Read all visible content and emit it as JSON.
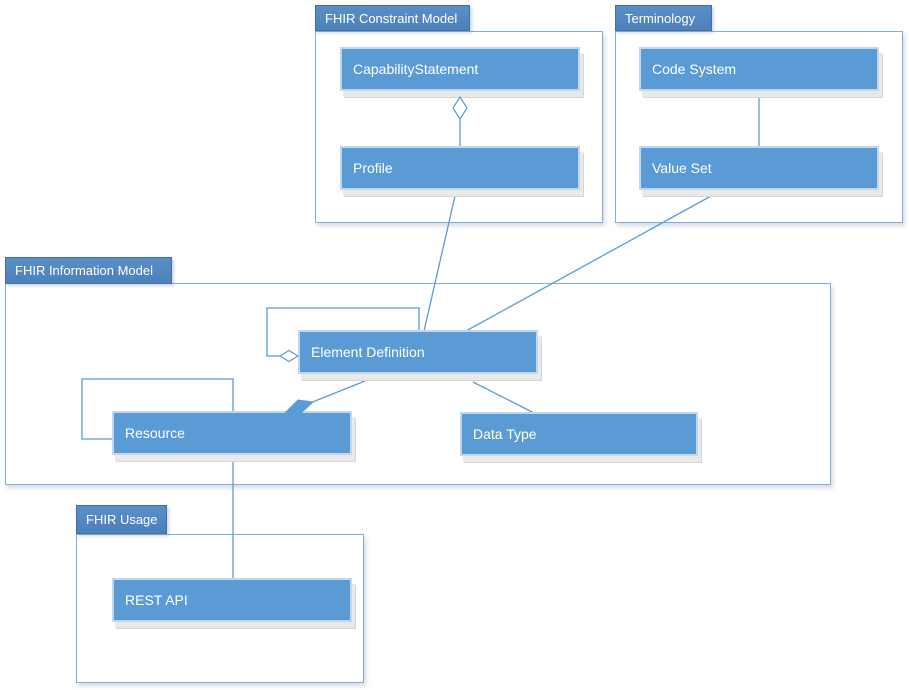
{
  "colors": {
    "class_fill": "#5b9bd5",
    "class_border": "#c3d7ec",
    "tab_fill": "#4e82bc",
    "tab_border": "#41719c",
    "package_border": "#84aed9",
    "connector": "#5b9bd5",
    "shadow_light": "#e9e9e9",
    "shadow_dark": "#d6d6d6",
    "label_text": "#ffffff"
  },
  "packages": {
    "constraint_model": {
      "label": "FHIR Constraint Model"
    },
    "terminology": {
      "label": "Terminology"
    },
    "information_model": {
      "label": "FHIR Information Model"
    },
    "usage": {
      "label": "FHIR Usage"
    }
  },
  "classes": {
    "capability_statement": {
      "label": "CapabilityStatement",
      "package": "FHIR Constraint Model"
    },
    "profile": {
      "label": "Profile",
      "package": "FHIR Constraint Model"
    },
    "code_system": {
      "label": "Code System",
      "package": "Terminology"
    },
    "value_set": {
      "label": "Value Set",
      "package": "Terminology"
    },
    "element_definition": {
      "label": "Element Definition",
      "package": "FHIR Information Model"
    },
    "resource": {
      "label": "Resource",
      "package": "FHIR Information Model"
    },
    "data_type": {
      "label": "Data Type",
      "package": "FHIR Information Model"
    },
    "rest_api": {
      "label": "REST API",
      "package": "FHIR Usage"
    }
  },
  "relationships": [
    {
      "from": "CapabilityStatement",
      "to": "Profile",
      "type": "aggregation (open diamond at CapabilityStatement)"
    },
    {
      "from": "Code System",
      "to": "Value Set",
      "type": "association"
    },
    {
      "from": "Profile",
      "to": "Element Definition",
      "type": "association"
    },
    {
      "from": "Value Set",
      "to": "Element Definition",
      "type": "association"
    },
    {
      "from": "Element Definition",
      "to": "Element Definition",
      "type": "self-aggregation (open diamond)"
    },
    {
      "from": "Element Definition",
      "to": "Resource",
      "type": "composition (filled diamond at Resource)"
    },
    {
      "from": "Element Definition",
      "to": "Data Type",
      "type": "association"
    },
    {
      "from": "Resource",
      "to": "Resource",
      "type": "self-association"
    },
    {
      "from": "Resource",
      "to": "REST API",
      "type": "association"
    }
  ]
}
